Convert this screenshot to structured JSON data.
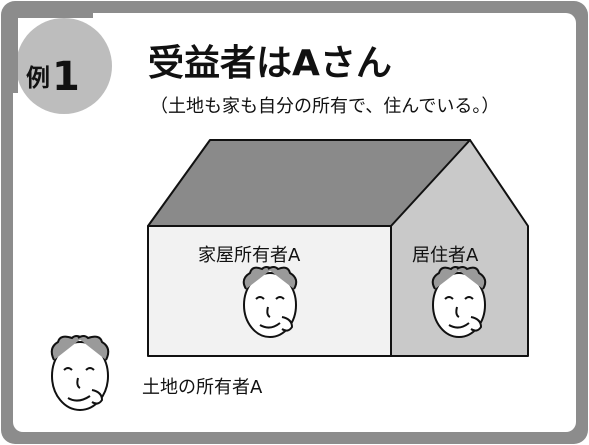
{
  "example_badge": {
    "prefix": "例",
    "number": "1"
  },
  "title": "受益者はAさん",
  "subtitle": "（土地も家も自分の所有で、住んでいる。）",
  "labels": {
    "house_owner": "家屋所有者A",
    "resident": "居住者A",
    "land_owner": "土地の所有者A"
  },
  "colors": {
    "frame": "#8c8c8c",
    "badge": "#bdbdbd",
    "roof": "#8a8a8a",
    "house_front": "#f2f2f2",
    "house_side": "#c9c9c9",
    "line": "#111111"
  },
  "icons": [
    "example-badge",
    "house",
    "owner-face",
    "resident-face",
    "land-owner-face"
  ]
}
